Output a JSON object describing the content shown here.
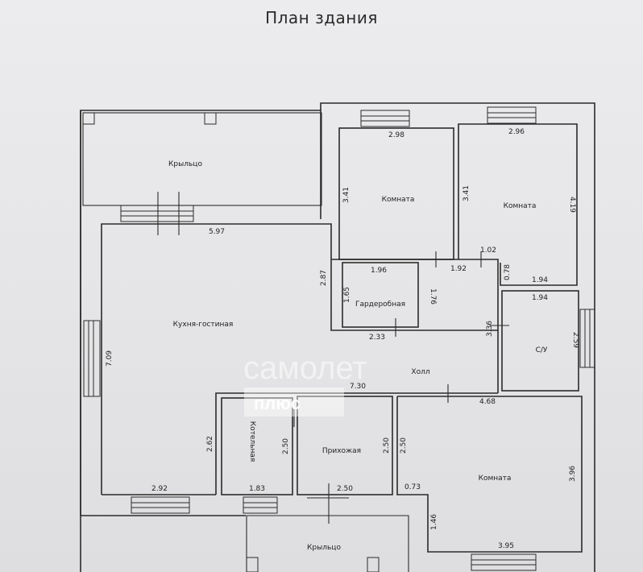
{
  "title": "План здания",
  "watermark": {
    "brand": "самолет",
    "sub": "плюс"
  },
  "rooms": {
    "porch_top": "Крыльцо",
    "room1": "Комната",
    "room2": "Комната",
    "kitchen": "Кухня-гостиная",
    "wardrobe": "Гардеробная",
    "wc": "С/У",
    "hall": "Холл",
    "boiler": "Котельная",
    "entrance": "Прихожая",
    "room3": "Комната",
    "porch_bottom": "Крыльцо"
  },
  "dims": {
    "r1_top": "2.98",
    "r1_left": "3.41",
    "r2_top": "2.96",
    "r2_left": "3.41",
    "r2_right": "4.19",
    "kitchen_top": "5.97",
    "kitchen_right": "2.87",
    "kitchen_left": "7.09",
    "kitchen_bottom": "2.92",
    "kitchen_lower": "2.62",
    "ward_top": "1.96",
    "ward_left": "1.65",
    "ward_right": "1.76",
    "ward_bottom": "2.33",
    "hall_192": "1.92",
    "hall_102": "1.02",
    "hall_078": "0.78",
    "hall_194a": "1.94",
    "hall_336": "3.36",
    "wc_top": "1.94",
    "wc_right": "2.59",
    "hall_730": "7.30",
    "hall_468": "4.68",
    "boiler_right": "2.50",
    "boiler_bottom": "1.83",
    "entr_right": "2.50",
    "entr_bottom": "2.50",
    "r3_left": "2.50",
    "r3_073": "0.73",
    "r3_146": "1.46",
    "r3_bottom": "3.95",
    "r3_right": "3.96"
  }
}
